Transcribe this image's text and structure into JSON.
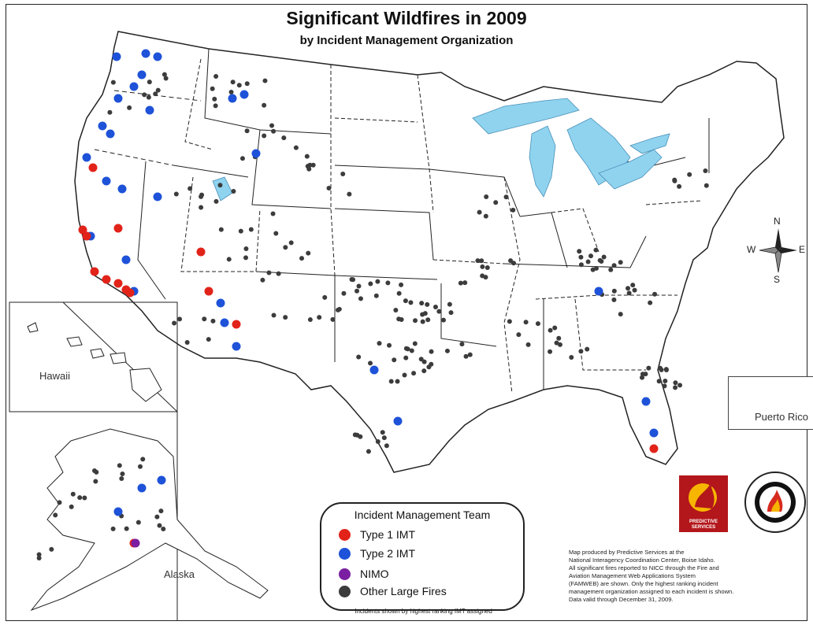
{
  "title": "Significant Wildfires in 2009",
  "subtitle": "by Incident Management Organization",
  "inset_labels": {
    "hawaii": "Hawaii",
    "alaska": "Alaska",
    "puerto_rico": "Puerto Rico"
  },
  "compass": {
    "n": "N",
    "s": "S",
    "e": "E",
    "w": "W"
  },
  "legend": {
    "title": "Incident Management Team",
    "items": [
      {
        "label": "Type 1 IMT",
        "color": "#e2231a"
      },
      {
        "label": "Type 2 IMT",
        "color": "#1e52d8"
      },
      {
        "label": "NIMO",
        "color": "#7b1fa2"
      },
      {
        "label": "Other Large Fires",
        "color": "#3c3c3c"
      }
    ],
    "note": "Incidents shown by highest ranking IMT assigned"
  },
  "logo_text": "PREDICTIVE SERVICES",
  "credit_lines": [
    "Map produced by Predictive Services at the",
    "National Interagency Coordination Center, Boise Idaho.",
    "All significant fires reported to NICC through the Fire and",
    "Aviation Management Web Applications System",
    "(FAMWEB) are shown. Only the highest ranking incident",
    "management organization assigned to each incident is shown.",
    "Data valid through December 31, 2009."
  ],
  "colors": {
    "water": "#8fd3ef",
    "state_line": "#222222",
    "type1": "#e2231a",
    "type2": "#1e52d8",
    "nimo": "#7b1fa2",
    "other": "#3c3c3c"
  }
}
